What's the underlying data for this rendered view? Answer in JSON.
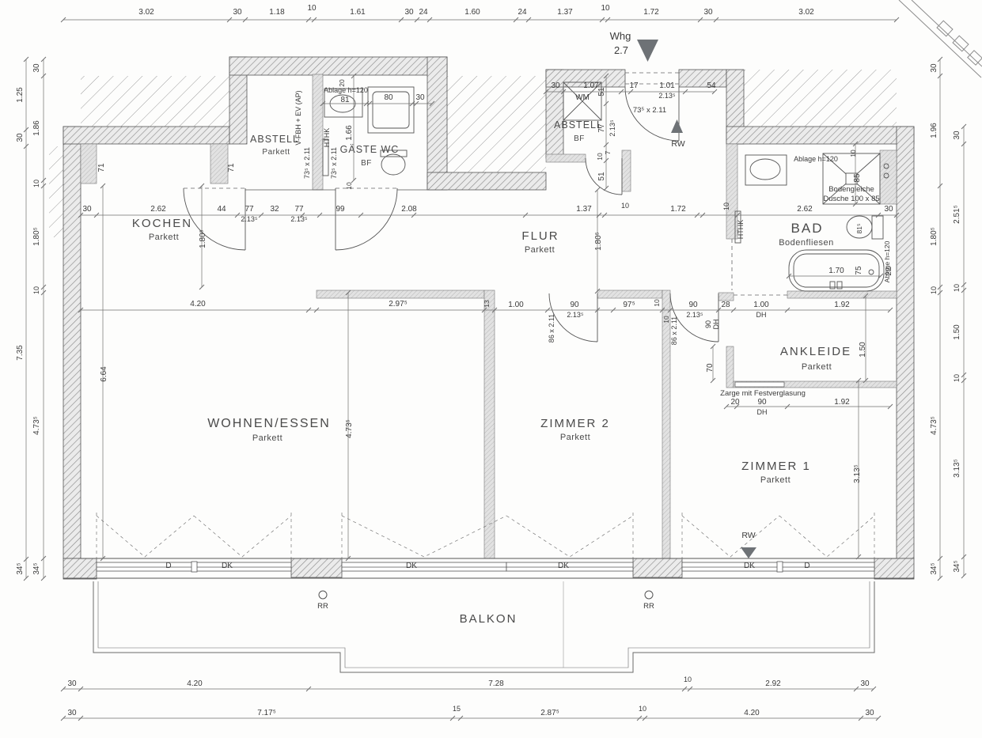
{
  "unit": {
    "label": "Whg",
    "number": "2.7"
  },
  "rooms": {
    "kochen": {
      "name": "KOCHEN",
      "floor": "Parkett"
    },
    "flur": {
      "name": "FLUR",
      "floor": "Parkett"
    },
    "bad": {
      "name": "BAD",
      "floor": "Bodenfliesen"
    },
    "ankleide": {
      "name": "ANKLEIDE",
      "floor": "Parkett"
    },
    "wohnen_essen": {
      "name": "WOHNEN/ESSEN",
      "floor": "Parkett"
    },
    "zimmer2": {
      "name": "ZIMMER 2",
      "floor": "Parkett"
    },
    "zimmer1": {
      "name": "ZIMMER 1",
      "floor": "Parkett"
    },
    "abstell_links": {
      "name": "ABSTELL",
      "floor": "Parkett"
    },
    "gaeste_wc": {
      "name": "GÄSTE WC",
      "floor": "BF"
    },
    "abstell_bf": {
      "name": "ABSTELL",
      "floor": "BF"
    },
    "balkon": {
      "name": "BALKON"
    }
  },
  "dims": {
    "top": [
      "3.02",
      "30",
      "1.18",
      "10",
      "1.61",
      "30",
      "24",
      "1.60",
      "24",
      "1.37",
      "10",
      "1.72",
      "30",
      "3.02"
    ],
    "upper_interior": [
      "30",
      "2.62",
      "44",
      "77",
      "2.13⁵",
      "32",
      "77",
      "2.13⁵",
      "99",
      "2.08",
      "1.37",
      "10",
      "1.72",
      "10",
      "2.62",
      "30"
    ],
    "middle_interior": [
      "4.20",
      "2.97⁵",
      "13",
      "1.00",
      "90",
      "2.13⁵",
      "97⁵",
      "10",
      "10",
      "86 x 2.11",
      "86 x 2.11",
      "90",
      "2.13⁵",
      "28",
      "1.00",
      "DH",
      "1.92",
      "90",
      "DH"
    ],
    "abstell_bf": [
      "30",
      "1.07",
      "17",
      "1.01",
      "2.13⁵",
      "54",
      "51",
      "77",
      "2.13⁵",
      "10",
      "7",
      "51",
      "73⁵ x 2.11"
    ],
    "gaeste_wc": [
      "Ablage h=120",
      "81",
      "80",
      "30",
      "20",
      "1.66",
      "10",
      "73⁵ x 2.11",
      "73⁵ x 2.11"
    ],
    "bad": [
      "Ablage h=120",
      "Bodengleiche",
      "Dusche 100 x 85",
      "10",
      "85",
      "81⁵",
      "1.70",
      "75",
      "22",
      "Ablage h=120"
    ],
    "ankleide": [
      "20",
      "90",
      "DH",
      "1.92",
      "70",
      "1.50",
      "Zarge mit Festverglasung"
    ],
    "bottom_upper": [
      "30",
      "4.20",
      "7.28",
      "10",
      "2.92",
      "30"
    ],
    "bottom_lower": [
      "30",
      "7.17⁵",
      "15",
      "2.87⁵",
      "10",
      "4.20",
      "30"
    ],
    "left_outer": [
      "1.25",
      "30",
      "7.35",
      "34⁵"
    ],
    "left_inner": [
      "30",
      "1.86",
      "10",
      "1.80⁵",
      "10",
      "4.73⁵",
      "34⁵"
    ],
    "right_inner": [
      "30",
      "1.96",
      "1.80⁵",
      "10",
      "4.73⁵",
      "34⁵"
    ],
    "right_outer": [
      "30",
      "2.51⁵",
      "10",
      "1.50",
      "10",
      "3.13⁵",
      "34⁵"
    ],
    "interior_vertical": [
      "71",
      "71",
      "1.80⁵",
      "1.80⁵",
      "6.64",
      "4.73⁵",
      "3.13⁵"
    ]
  },
  "fixtures": {
    "wm": "WM",
    "hthk": "HTHK",
    "vfbh": "V-FBH + EV (AP)"
  },
  "windows": {
    "labels": [
      "D",
      "DK",
      "DK",
      "DK",
      "DK",
      "D"
    ],
    "rr": "RR"
  },
  "safety": {
    "rw": "RW"
  },
  "colors": {
    "wall": "#8a8a8a",
    "marker": "#6e7276",
    "line": "#555555"
  }
}
